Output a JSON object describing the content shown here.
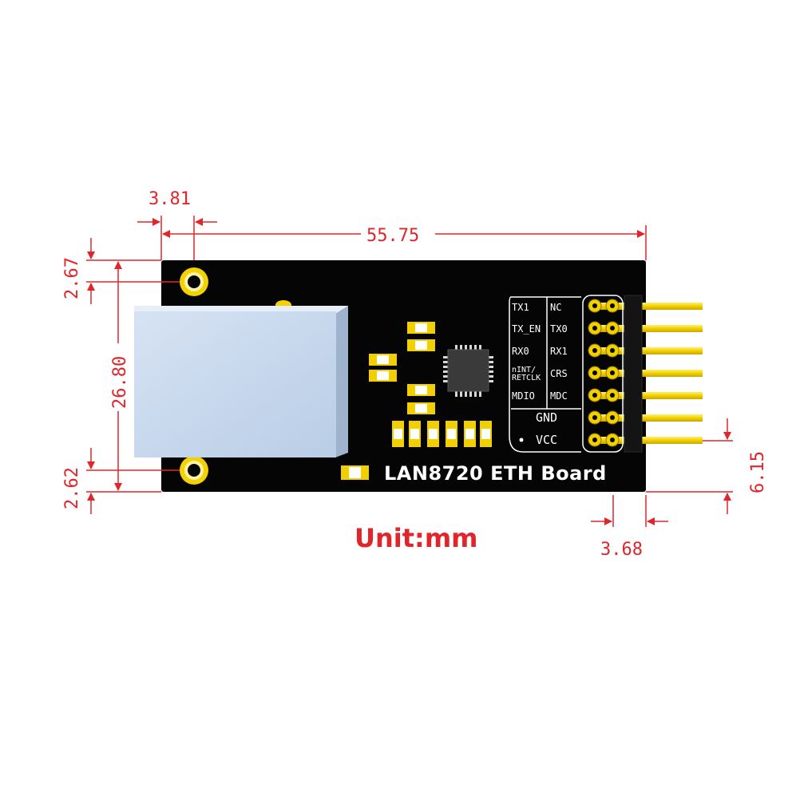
{
  "board": {
    "title": "LAN8720 ETH Board",
    "unit_label": "Unit:mm"
  },
  "dimensions": {
    "hole_offset_x": "3.81",
    "board_length": "55.75",
    "top_hole_offset": "2.67",
    "jack_height": "26.80",
    "bottom_hole_offset": "2.62",
    "pin_row_height": "6.15",
    "pin_pitch": "3.68"
  },
  "pins": {
    "left": [
      "TX1",
      "TX_EN",
      "RX0",
      "nINT/",
      "RETCLK",
      "MDIO"
    ],
    "right": [
      "NC",
      "TX0",
      "RX1",
      "CRS",
      "MDC"
    ],
    "gnd": "GND",
    "vcc": "VCC"
  },
  "colors": {
    "dimension": "#e0262a",
    "pcb": "#050505",
    "header_pin": "#f5d90a",
    "rj45": "#c8d8ec"
  }
}
